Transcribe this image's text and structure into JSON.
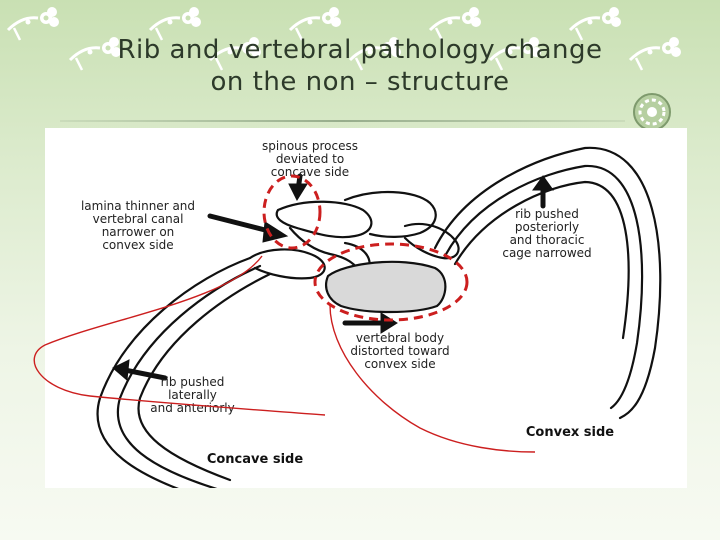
{
  "slide": {
    "title_line1": "Rib and vertebral pathology change",
    "title_line2": "on the non – structure"
  },
  "figure": {
    "labels": {
      "spinous": "spinous process\ndeviated to\nconcave side",
      "lamina": "lamina thinner and\nvertebral canal\nnarrower on\nconvex side",
      "rib_posterior": "rib pushed\nposteriorly\nand thoracic\ncage narrowed",
      "vertebral_body": "vertebral body\ndistorted toward\nconvex side",
      "rib_lateral": "rib pushed\nlaterally\nand anteriorly",
      "convex_side": "Convex side",
      "concave_side": "Concave side"
    }
  },
  "colors": {
    "background_top": "#c9e0b3",
    "annotation_red": "#cc1f1f",
    "title": "#2d3a2a"
  }
}
